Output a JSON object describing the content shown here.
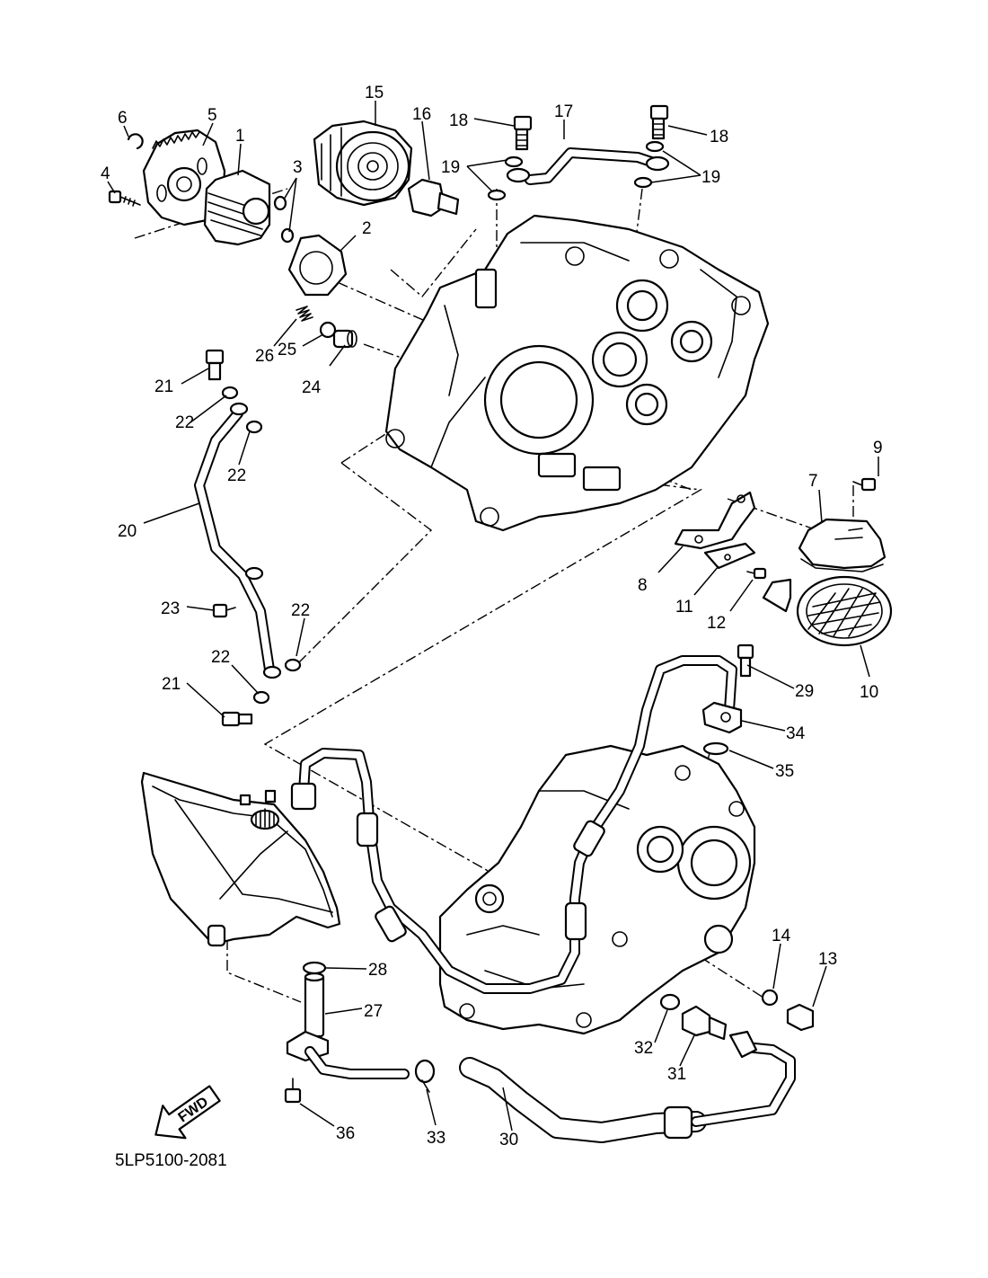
{
  "diagram_code": "5LP5100-2081",
  "fwd_label": "FWD",
  "callouts": [
    {
      "id": "p1",
      "text": "1"
    },
    {
      "id": "p2",
      "text": "2"
    },
    {
      "id": "p3",
      "text": "3"
    },
    {
      "id": "p4",
      "text": "4"
    },
    {
      "id": "p5",
      "text": "5"
    },
    {
      "id": "p6",
      "text": "6"
    },
    {
      "id": "p7",
      "text": "7"
    },
    {
      "id": "p8",
      "text": "8"
    },
    {
      "id": "p9",
      "text": "9"
    },
    {
      "id": "p10",
      "text": "10"
    },
    {
      "id": "p11",
      "text": "11"
    },
    {
      "id": "p12",
      "text": "12"
    },
    {
      "id": "p13",
      "text": "13"
    },
    {
      "id": "p14",
      "text": "14"
    },
    {
      "id": "p15",
      "text": "15"
    },
    {
      "id": "p16",
      "text": "16"
    },
    {
      "id": "p17",
      "text": "17"
    },
    {
      "id": "p18a",
      "text": "18"
    },
    {
      "id": "p18b",
      "text": "18"
    },
    {
      "id": "p19a",
      "text": "19"
    },
    {
      "id": "p19b",
      "text": "19"
    },
    {
      "id": "p20",
      "text": "20"
    },
    {
      "id": "p21a",
      "text": "21"
    },
    {
      "id": "p21b",
      "text": "21"
    },
    {
      "id": "p22a",
      "text": "22"
    },
    {
      "id": "p22b",
      "text": "22"
    },
    {
      "id": "p22c",
      "text": "22"
    },
    {
      "id": "p22d",
      "text": "22"
    },
    {
      "id": "p23",
      "text": "23"
    },
    {
      "id": "p24",
      "text": "24"
    },
    {
      "id": "p25",
      "text": "25"
    },
    {
      "id": "p26",
      "text": "26"
    },
    {
      "id": "p27",
      "text": "27"
    },
    {
      "id": "p28",
      "text": "28"
    },
    {
      "id": "p29",
      "text": "29"
    },
    {
      "id": "p30",
      "text": "30"
    },
    {
      "id": "p31",
      "text": "31"
    },
    {
      "id": "p32",
      "text": "32"
    },
    {
      "id": "p33",
      "text": "33"
    },
    {
      "id": "p34",
      "text": "34"
    },
    {
      "id": "p35",
      "text": "35"
    },
    {
      "id": "p36",
      "text": "36"
    }
  ]
}
